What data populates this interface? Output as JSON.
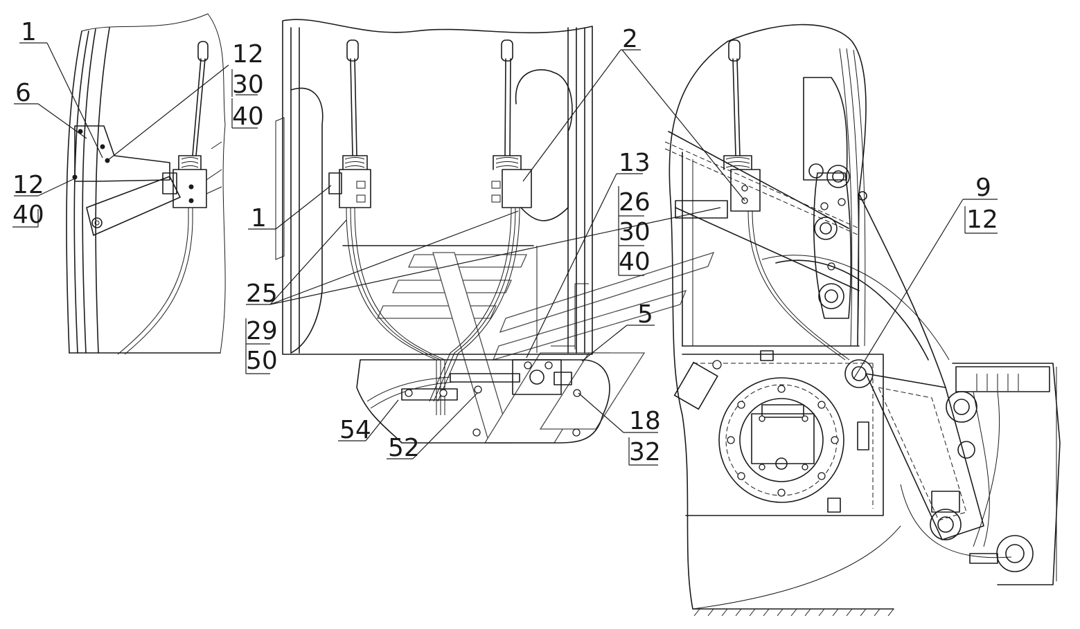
{
  "callouts": {
    "left_view": {
      "item_1": "1",
      "item_6": "6",
      "stack_top": [
        "12",
        "30",
        "40"
      ],
      "stack_left": [
        "12",
        "40"
      ]
    },
    "middle_view": {
      "item_1": "1",
      "item_2": "2",
      "stack_right": [
        "13",
        "26",
        "30",
        "40"
      ],
      "stack_left": [
        "25",
        "29",
        "50"
      ],
      "item_5": "5",
      "stack_bottom": [
        "18",
        "32"
      ],
      "item_52": "52",
      "item_54": "54"
    },
    "right_view": {
      "stack_right": [
        "9",
        "12"
      ]
    }
  }
}
